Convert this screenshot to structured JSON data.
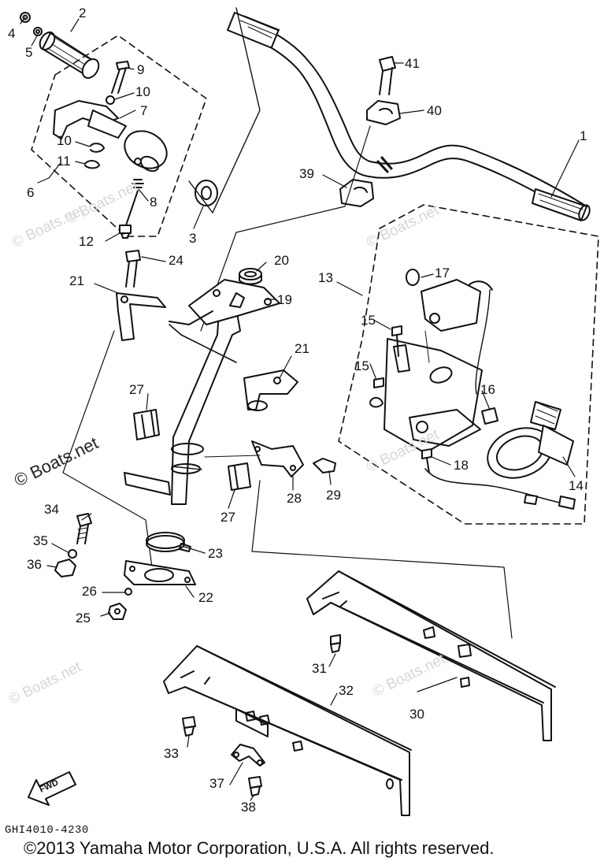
{
  "watermarks": [
    "© Boats.net",
    "© Boats.net",
    "© Boats.net",
    "© Boats.net",
    "© Boats.net",
    "© Boats.net",
    "© Boats.net"
  ],
  "fwd_label": "FWD",
  "diagram_code": "GHI4010-4230",
  "copyright": "©2013 Yamaha Motor Corporation, U.S.A. All rights reserved.",
  "callouts": [
    "1",
    "2",
    "3",
    "4",
    "5",
    "6",
    "7",
    "8",
    "9",
    "10",
    "10",
    "11",
    "12",
    "13",
    "14",
    "15",
    "15",
    "16",
    "17",
    "18",
    "19",
    "20",
    "21",
    "21",
    "22",
    "23",
    "24",
    "25",
    "26",
    "27",
    "27",
    "28",
    "29",
    "30",
    "31",
    "32",
    "33",
    "34",
    "35",
    "36",
    "37",
    "38",
    "39",
    "40",
    "41"
  ]
}
